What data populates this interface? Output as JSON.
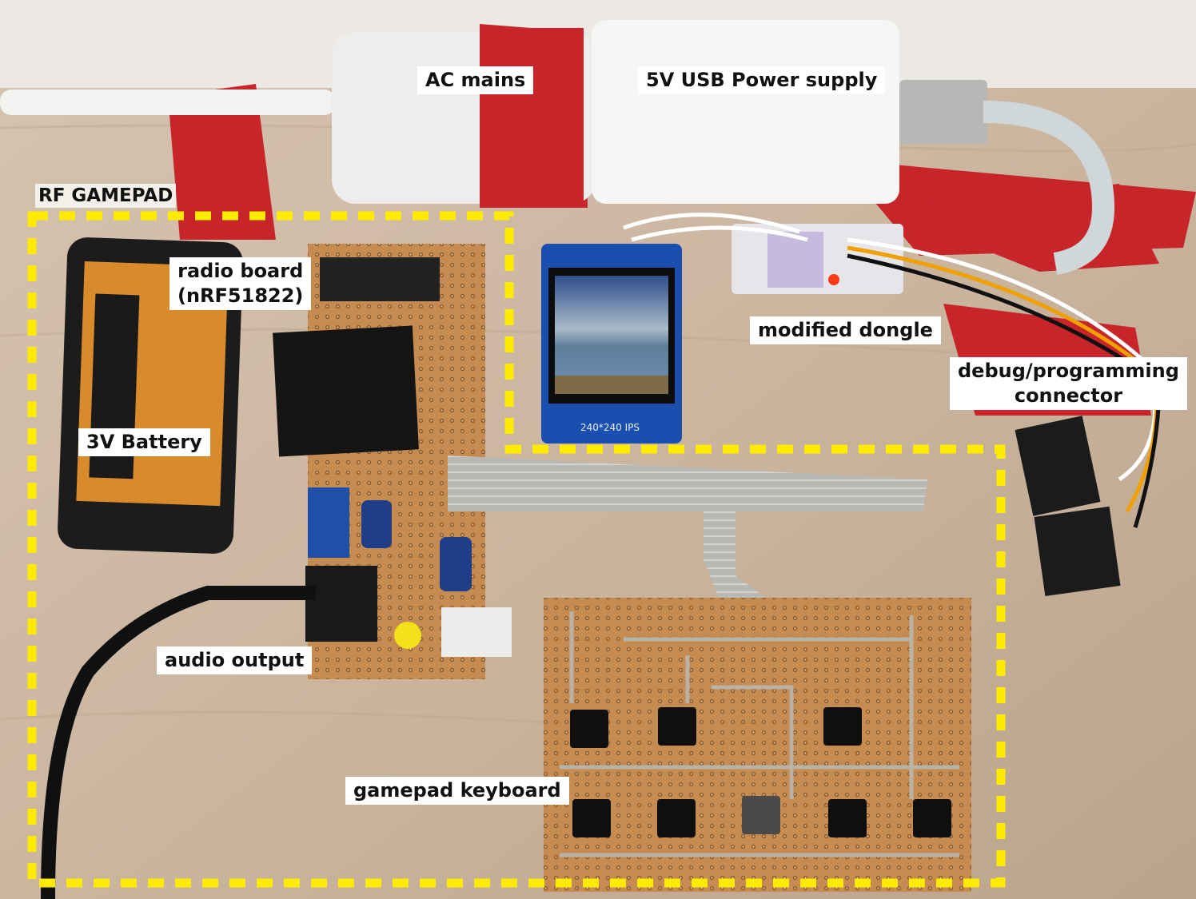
{
  "labels": {
    "ac_mains": "AC mains",
    "usb_power": "5V USB Power supply",
    "rf_gamepad": "RF GAMEPAD",
    "radio_board_line1": "radio board",
    "radio_board_line2": "(nRF51822)",
    "battery": "3V Battery",
    "modified_dongle": "modified dongle",
    "debug_line1": "debug/programming",
    "debug_line2": "connector",
    "audio_output": "audio output",
    "gamepad_keyboard": "gamepad keyboard"
  },
  "screen_text": "240*240 IPS",
  "colors": {
    "tape_red": "#c8252b",
    "table_wood": "#cbb8a4",
    "pcb": "#c98f54",
    "dashed_outline": "#ffeb00"
  }
}
